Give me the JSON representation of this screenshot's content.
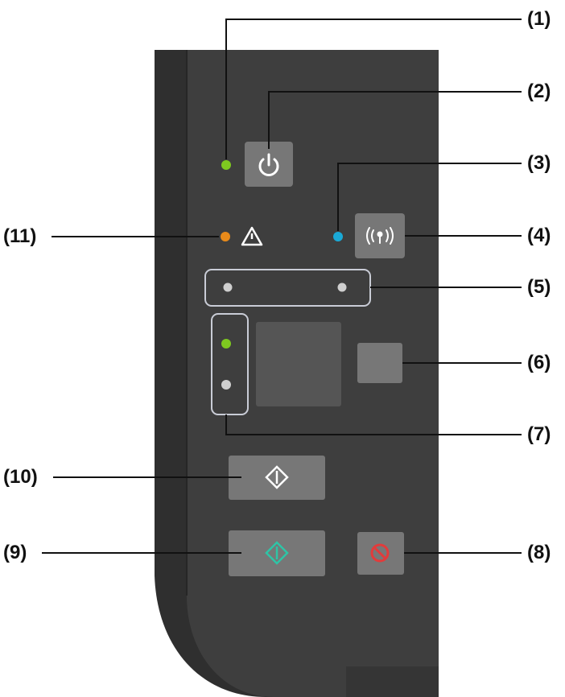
{
  "diagram": {
    "callouts": {
      "c1": "(1)",
      "c2": "(2)",
      "c3": "(3)",
      "c4": "(4)",
      "c5": "(5)",
      "c6": "(6)",
      "c7": "(7)",
      "c8": "(8)",
      "c9": "(9)",
      "c10": "(10)",
      "c11": "(11)"
    },
    "colors": {
      "panel": "#3d3d3d",
      "panel_shadow": "#2a2a2a",
      "button": "#777777",
      "led_green": "#7ec820",
      "led_blue": "#1aa9d6",
      "led_orange": "#e88a1a",
      "led_off": "#cfcfcf",
      "start_black_icon": "#ffffff",
      "start_color_icon": "#2ec4a6",
      "stop_icon": "#e23b3b",
      "leader_line": "#111111",
      "highlight_outline": "#c9ccd6"
    },
    "icons": {
      "power": "power-icon",
      "wifi": "wifi-icon",
      "alarm": "warning-triangle-icon",
      "black": "start-diamond-icon",
      "color": "start-diamond-icon",
      "stop": "stop-icon"
    }
  }
}
